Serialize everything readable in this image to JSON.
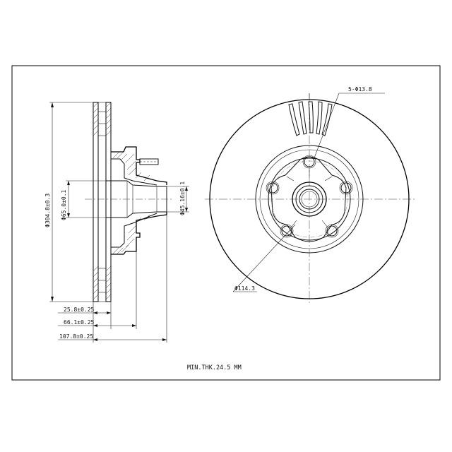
{
  "drawing": {
    "dimensions": {
      "rotor_diameter": "Φ304.8±0.3",
      "pilot_diameter": "Φ65.0±0.1",
      "hub_inner_diameter": "Φ45.16±0.1",
      "thickness_25": "25.8±0.25",
      "height_66": "66.1±0.25",
      "overall_107": "107.8±0.25",
      "bolt_holes": "5-Φ13.8",
      "bolt_circle": "Φ114.3"
    },
    "notes": {
      "min_thickness": "MIN.THK.24.5 MM"
    }
  }
}
